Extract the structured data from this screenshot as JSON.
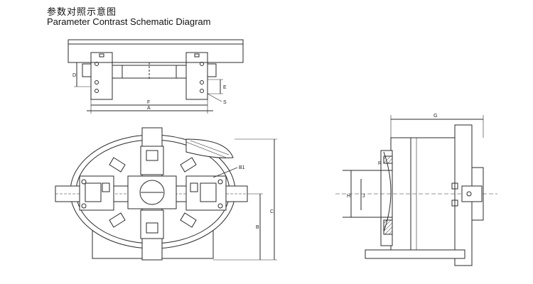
{
  "header": {
    "title_cn": "参数对照示意图",
    "title_en": "Parameter Contrast Schematic Diagram"
  },
  "dimensions": {
    "top_view": {
      "D": "D",
      "E": "E",
      "F": "F",
      "A": "A",
      "S": "S"
    },
    "front_view": {
      "B1": "B1",
      "C": "C",
      "B": "B"
    },
    "side_view": {
      "G": "G",
      "R": "R",
      "H": "H",
      "J": "J"
    }
  },
  "colors": {
    "line": "#2a2a2a",
    "hatch": "#444444",
    "paper": "#ffffff"
  }
}
